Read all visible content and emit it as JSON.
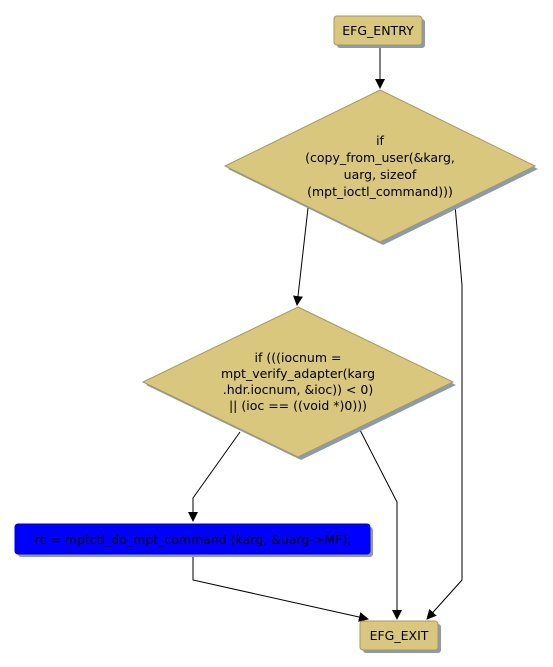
{
  "colors": {
    "node_fill": "#d9c77e",
    "node_stroke": "#a8985a",
    "shadow": "#8a9ab4",
    "highlight_fill": "#0000ff",
    "edge": "#000000"
  },
  "nodes": {
    "entry": {
      "label": "EFG_ENTRY"
    },
    "cond1": {
      "lines": [
        "if",
        "(copy_from_user(&karg,",
        "uarg, sizeof",
        "(mpt_ioctl_command)))"
      ]
    },
    "cond2": {
      "lines": [
        "if (((iocnum =",
        "mpt_verify_adapter(karg",
        ".hdr.iocnum, &ioc)) < 0)",
        "|| (ioc == ((void *)0)))"
      ]
    },
    "stmt": {
      "label": "rc = mptctl_do_mpt_command (karg, &uarg->MF);"
    },
    "exit": {
      "label": "EFG_EXIT"
    }
  }
}
